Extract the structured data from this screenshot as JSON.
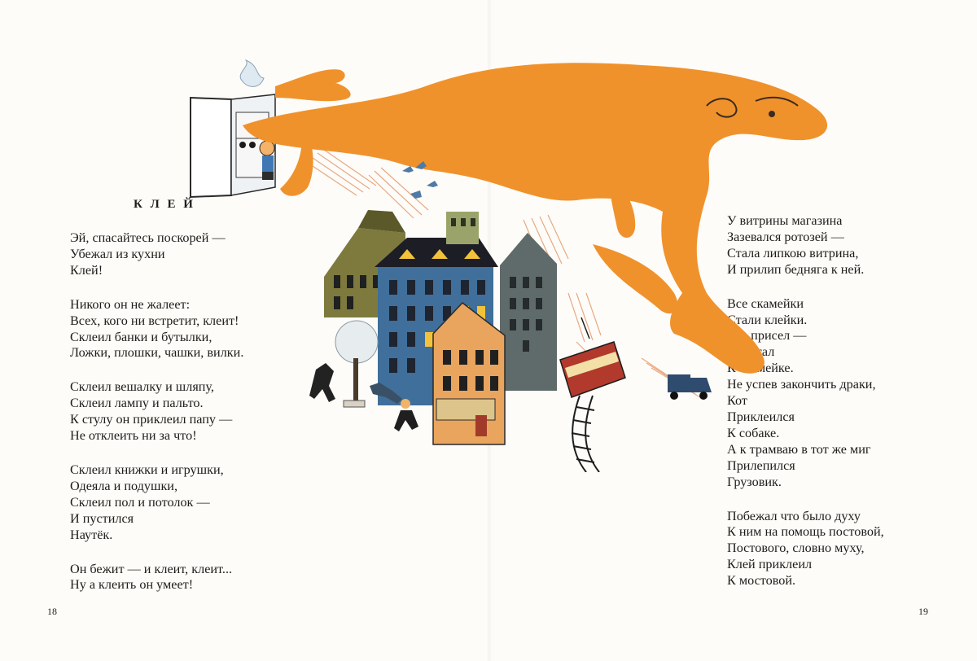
{
  "title": "К Л Е Й",
  "left_page": {
    "number": "18",
    "stanzas": [
      [
        "Эй, спасайтесь поскорей —",
        "Убежал из кухни",
        "Клей!"
      ],
      [
        "Никого он не жалеет:",
        "Всех, кого ни встретит, клеит!",
        "Склеил банки и бутылки,",
        "Ложки, плошки, чашки, вилки."
      ],
      [
        "Склеил вешалку и шляпу,",
        "Склеил лампу и пальто.",
        "К стулу он приклеил папу —",
        "Не отклеить ни за что!"
      ],
      [
        "Склеил книжки и игрушки,",
        "Одеяла и подушки,",
        "Склеил пол и потолок —",
        "И пустился",
        "Наутёк."
      ],
      [
        "Он бежит — и клеит, клеит...",
        "Ну а клеить он умеет!"
      ]
    ]
  },
  "right_page": {
    "number": "19",
    "stanzas": [
      [
        "У витрины магазина",
        "Зазевался ротозей —",
        "Стала липкою витрина,",
        "И прилип бедняга к ней."
      ],
      [
        "Все скамейки",
        "Стали клейки.",
        "Кто присел —",
        "Пристал",
        "К скамейке.",
        "Не успев закончить драки,",
        "Кот",
        "Приклеился",
        "К собаке.",
        "А к трамваю в тот же миг",
        "Прилепился",
        "Грузовик."
      ],
      [
        "Побежал что было духу",
        "К ним на помощь постовой,",
        "Постового, словно муху,",
        "Клей приклеил",
        "К мостовой."
      ]
    ]
  },
  "illustration": {
    "subject": "orange glue creature running from a kitchen over a city with houses, tram and truck",
    "colors": {
      "glue": "#f0922b",
      "glue_dark": "#e27d18",
      "house_blue": "#3f6f9a",
      "house_olive": "#7e7a3e",
      "house_orange": "#e9a45e",
      "house_gray": "#5f6b6a",
      "roof_dark": "#1d1d25",
      "window_yellow": "#f2c23a",
      "tram_red": "#b13a2c",
      "truck_blue": "#2f4b6e"
    }
  }
}
